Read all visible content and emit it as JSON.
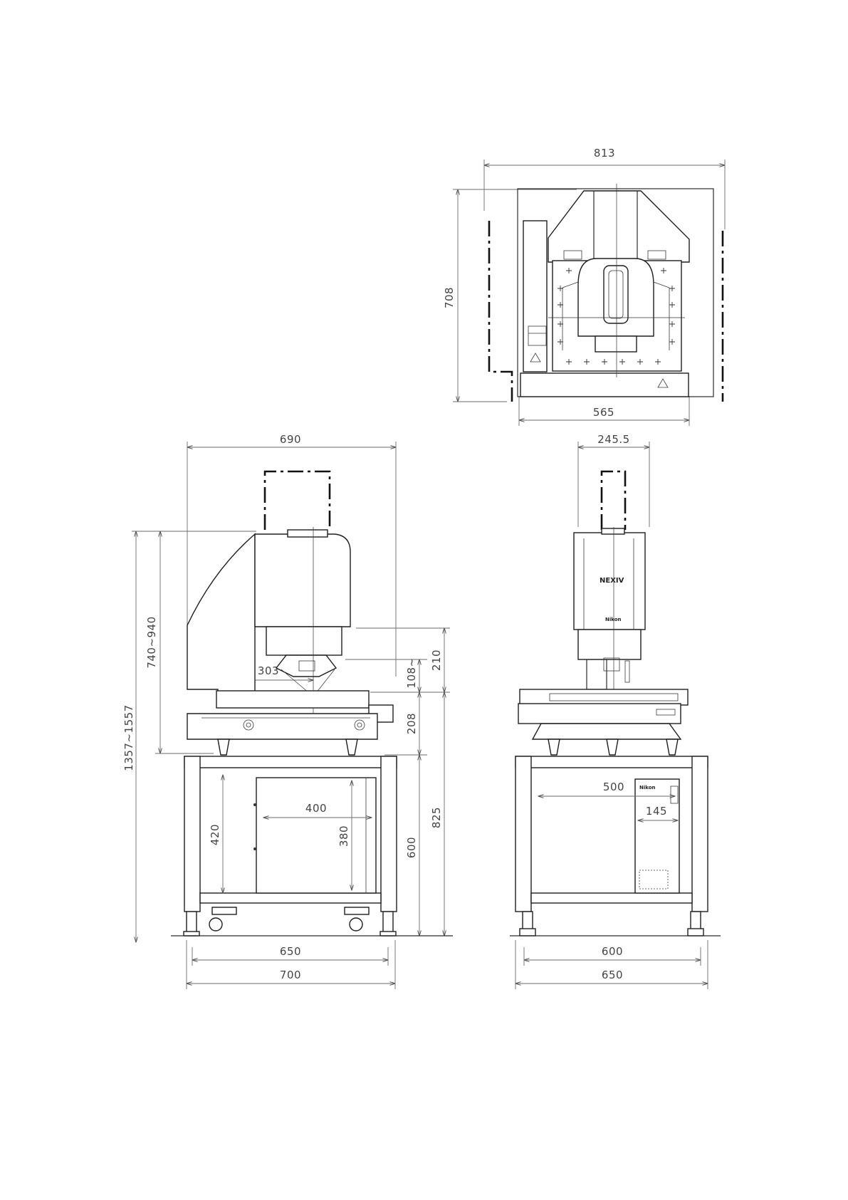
{
  "top_view": {
    "width_label": "813",
    "depth_label": "708",
    "base_width_label": "565"
  },
  "front_view": {
    "width_top_label": "690",
    "total_height_label": "1357~1557",
    "head_height_label": "740~940",
    "reach_label": "303",
    "working_distance_label": "108~",
    "clearance_label": "210",
    "stage_height_label": "208",
    "stand_height_label": "825",
    "table_height_label": "600",
    "controller_height_label": "420",
    "controller_width_label": "400",
    "controller_inner_label": "380",
    "leg_span_label": "650",
    "base_width_label": "700"
  },
  "side_view": {
    "head_width_label": "245.5",
    "cabinet_span_label": "500",
    "cabinet_width_label": "145",
    "leg_span_label": "600",
    "base_width_label": "650",
    "brand_label": "NEXIV",
    "maker_label": "Nikon"
  }
}
